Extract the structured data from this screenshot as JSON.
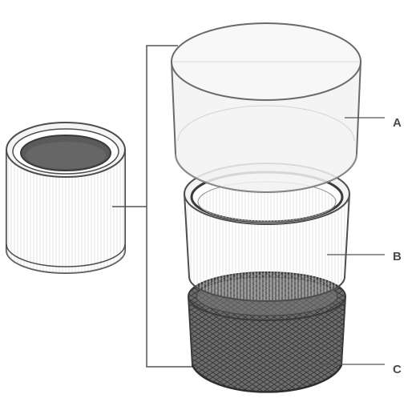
{
  "labels": {
    "a": "A",
    "b": "B",
    "c": "C"
  },
  "colors": {
    "stroke": "#4d4d4d",
    "leader": "#555555",
    "mesh": "#3a3a3a",
    "glass": "#f2f2f2"
  }
}
